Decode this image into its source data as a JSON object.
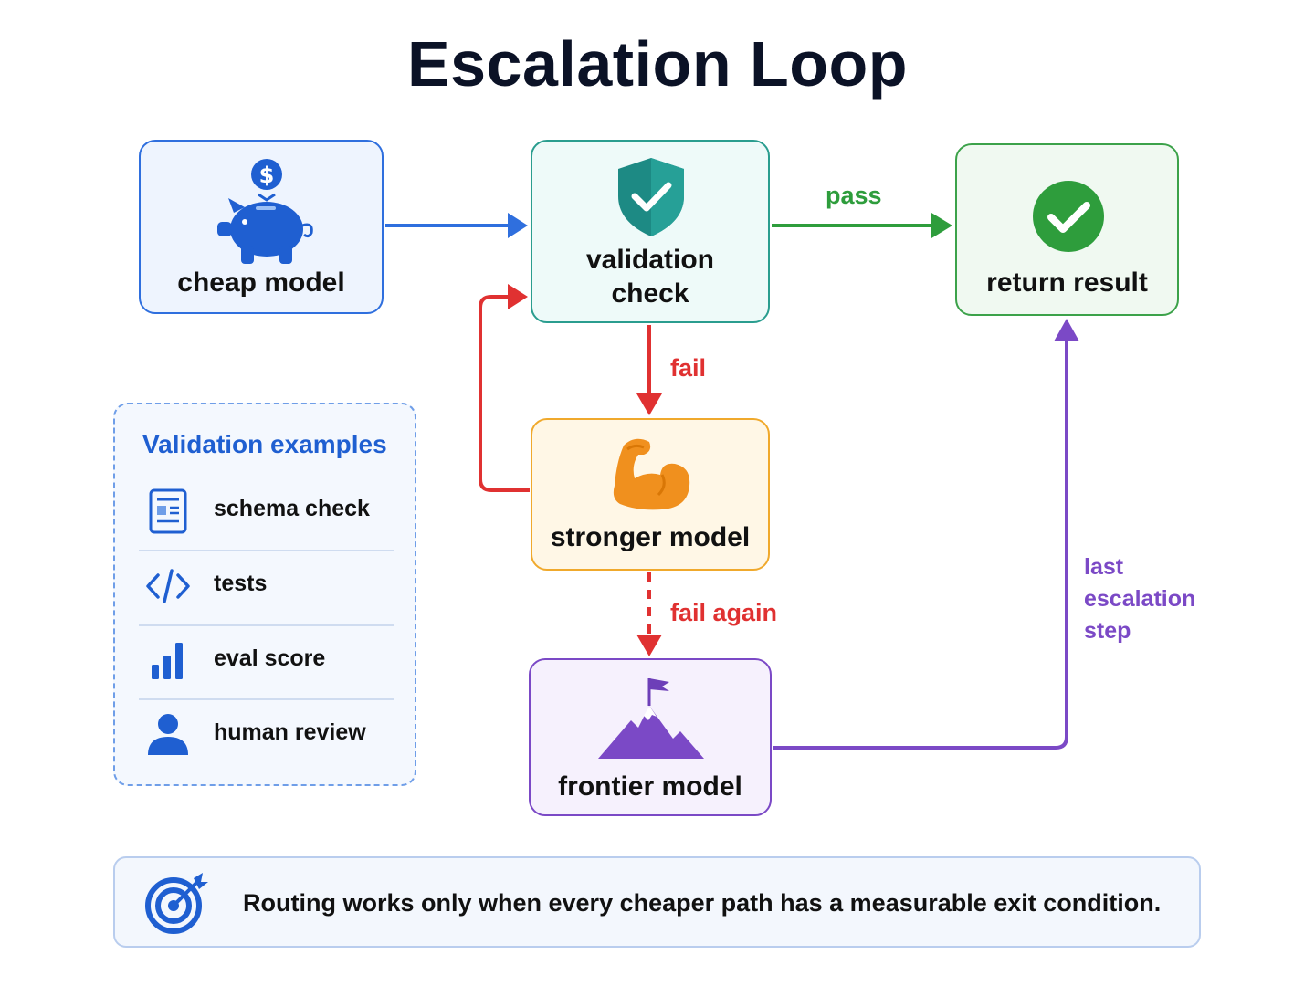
{
  "title": "Escalation Loop",
  "nodes": {
    "cheap": {
      "label": "cheap model",
      "icon": "piggy-bank-icon",
      "color": "#2f6fde"
    },
    "validation": {
      "label": "validation\ncheck",
      "icon": "shield-check-icon",
      "color": "#2a9d8f"
    },
    "result": {
      "label": "return result",
      "icon": "check-circle-icon",
      "color": "#3ca24a"
    },
    "stronger": {
      "label": "stronger model",
      "icon": "flexed-arm-icon",
      "color": "#f0a92c"
    },
    "frontier": {
      "label": "frontier model",
      "icon": "mountain-flag-icon",
      "color": "#7b49c6"
    }
  },
  "edges": {
    "pass": "pass",
    "fail": "fail",
    "fail_again": "fail again",
    "last_step": "last\nescalation\nstep"
  },
  "examples": {
    "title": "Validation examples",
    "items": [
      {
        "label": "schema check",
        "icon": "document-icon"
      },
      {
        "label": "tests",
        "icon": "code-icon"
      },
      {
        "label": "eval score",
        "icon": "bar-chart-icon"
      },
      {
        "label": "human review",
        "icon": "person-icon"
      }
    ]
  },
  "footer": {
    "text": "Routing works only when every cheaper path has a measurable exit condition.",
    "icon": "target-icon"
  }
}
